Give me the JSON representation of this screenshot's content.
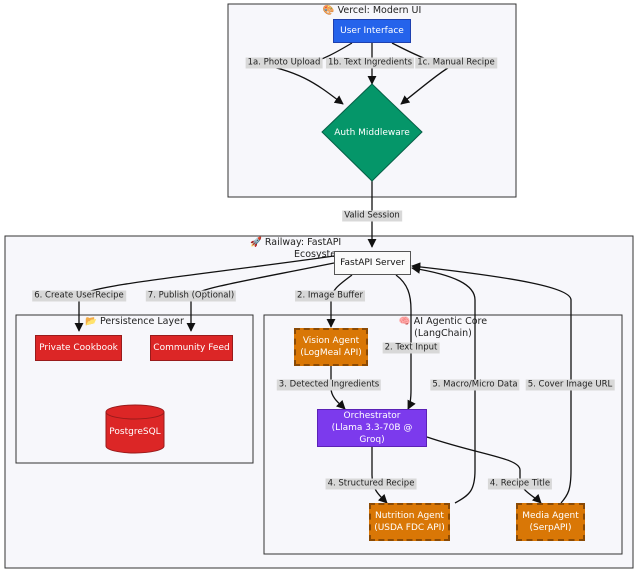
{
  "clusters": {
    "vercel": {
      "icon": "🎨",
      "title": "Vercel: Modern UI"
    },
    "railway": {
      "icon": "🚀",
      "title_line1": "Railway: FastAPI",
      "title_line2": "Ecosystem"
    },
    "persistence": {
      "icon": "📂",
      "title": "Persistence Layer"
    },
    "ai_core": {
      "icon": "🧠",
      "title_line1": "AI Agentic Core",
      "title_line2": "(LangChain)"
    }
  },
  "nodes": {
    "user_interface": "User Interface",
    "auth": "Auth Middleware",
    "fastapi": "FastAPI Server",
    "cookbook": "Private Cookbook",
    "community": "Community Feed",
    "postgres": "PostgreSQL",
    "vision_line1": "Vision Agent",
    "vision_line2": "(LogMeal API)",
    "orch_line1": "Orchestrator",
    "orch_line2": "(Llama 3.3-70B @ Groq)",
    "nutrition_line1": "Nutrition Agent",
    "nutrition_line2": "(USDA FDC API)",
    "media_line1": "Media Agent",
    "media_line2": "(SerpAPI)"
  },
  "edges": {
    "photo_upload": "1a. Photo Upload",
    "text_ingredients": "1b. Text Ingredients",
    "manual_recipe": "1c. Manual Recipe",
    "valid_session": "Valid Session",
    "create_user_recipe": "6. Create UserRecipe",
    "publish": "7. Publish (Optional)",
    "image_buffer": "2. Image Buffer",
    "text_input": "2. Text Input",
    "detected_ingredients": "3. Detected Ingredients",
    "macro_micro": "5. Macro/Micro Data",
    "cover_image": "5. Cover Image URL",
    "structured_recipe": "4. Structured Recipe",
    "recipe_title": "4. Recipe Title"
  },
  "colors": {
    "ui_blue": "#2563eb",
    "auth_green": "#059669",
    "storage_red": "#dc2626",
    "agent_orange": "#d97706",
    "orchestrator_purple": "#7c3aed"
  }
}
